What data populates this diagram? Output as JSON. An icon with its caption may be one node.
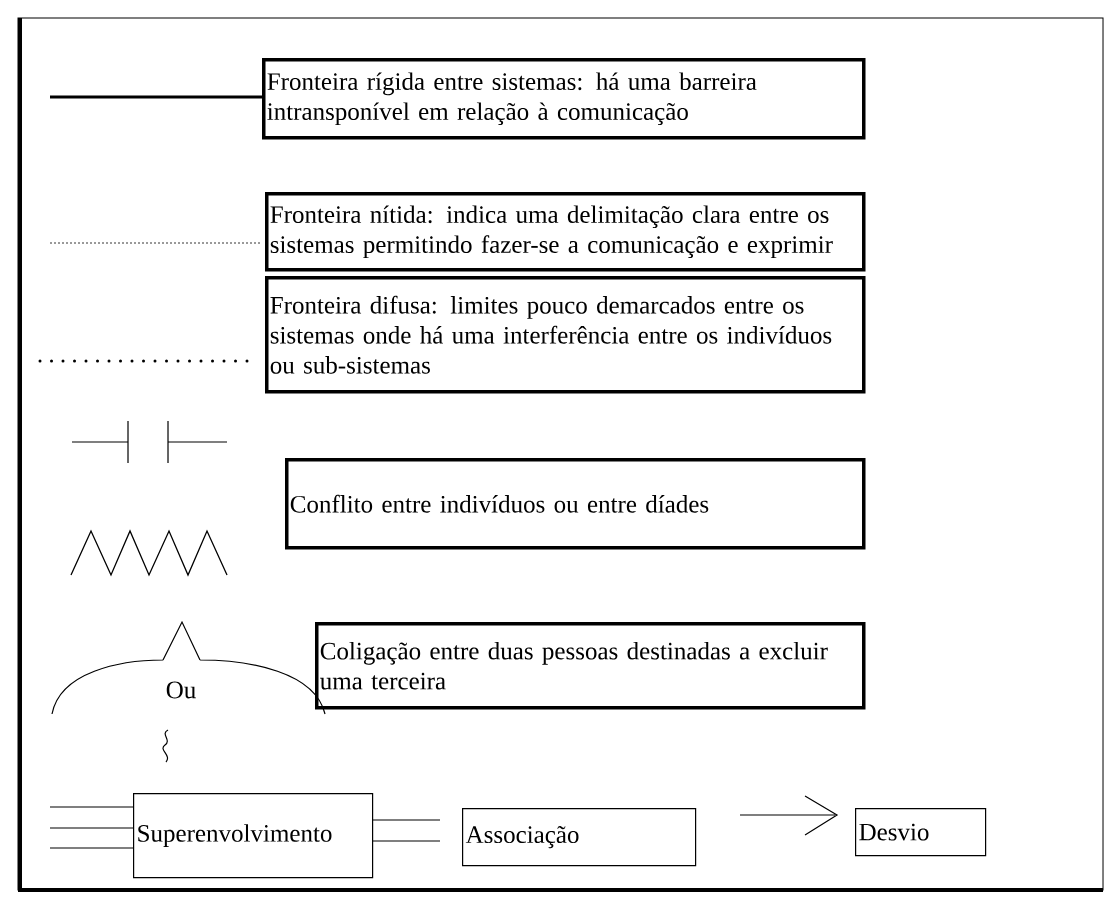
{
  "diagram": {
    "nodes": [
      {
        "text": [
          "Fronteira rígida entre sistemas: há uma barreira intransponível em relação à comunicação"
        ]
      },
      {
        "text": [
          "Fronteira nítida: indica uma delimitação clara entre os sistemas permitindo fazer-se a comunicação e exprimir"
        ]
      },
      {
        "text": [
          "Fronteira difusa: limites pouco demarcados entre os sistemas onde há uma interferência entre os indivíduos ou sub-sistemas"
        ]
      },
      {
        "text": [
          "Conflito entre indivíduos ou entre díades"
        ]
      },
      {
        "text": [
          "Coligação entre duas pessoas destinadas a excluir uma terceira"
        ]
      },
      {
        "text": [
          "Superenvolvimento"
        ]
      },
      {
        "text": [
          "Associação"
        ]
      },
      {
        "text": [
          "Desvio"
        ]
      }
    ],
    "labels": [
      "Ou"
    ]
  }
}
